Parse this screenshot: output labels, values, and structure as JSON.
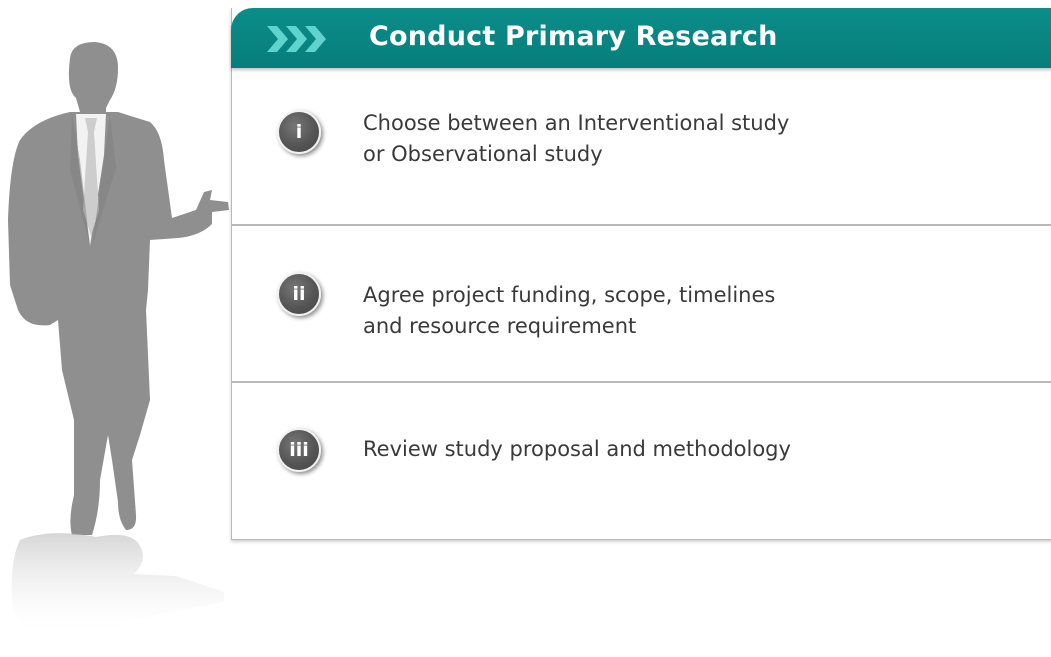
{
  "header": {
    "title": "Conduct Primary Research",
    "chevron_icon": "triple-chevron-right-icon"
  },
  "steps": [
    {
      "badge": "i",
      "lines": [
        "Choose between an Interventional study",
        "or Observational study"
      ]
    },
    {
      "badge": "ii",
      "lines": [
        "Agree project funding, scope, timelines",
        "and resource requirement"
      ]
    },
    {
      "badge": "iii",
      "lines": [
        "Review study proposal and methodology"
      ]
    }
  ],
  "colors": {
    "header_teal": "#0a8784",
    "badge_gray": "#555555",
    "silhouette_gray": "#8e8e8e",
    "text": "#3a3a3a"
  }
}
